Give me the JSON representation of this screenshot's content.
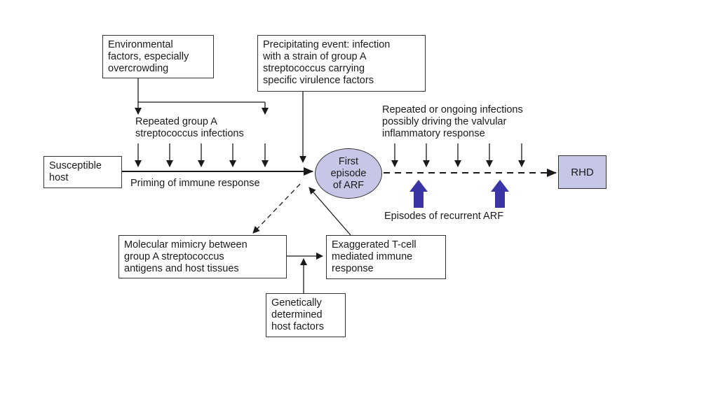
{
  "boxes": {
    "environmental": "Environmental\nfactors, especially\novercrowding",
    "precipitating": "Precipitating event: infection\nwith a strain of group A\nstreptococcus carrying\nspecific virulence factors",
    "susceptible_host": "Susceptible\nhost",
    "first_episode": "First\nepisode\nof ARF",
    "rhd": "RHD",
    "molecular_mimicry": "Molecular mimicry between\ngroup A streptococcus\nantigens and host tissues",
    "tcell": "Exaggerated T-cell\nmediated immune\nresponse",
    "genetic": "Genetically\ndetermined\nhost factors"
  },
  "labels": {
    "repeated_infections": "Repeated group A\nstreptococcus infections",
    "priming": "Priming of immune response",
    "ongoing_infections": "Repeated or ongoing infections\npossibly driving the valvular\ninflammatory response",
    "recurrent": "Episodes of recurrent ARF"
  },
  "colors": {
    "node_fill": "#c6c6e6",
    "recurrent_arrow": "#3a35a6",
    "line": "#1a1a1a"
  }
}
